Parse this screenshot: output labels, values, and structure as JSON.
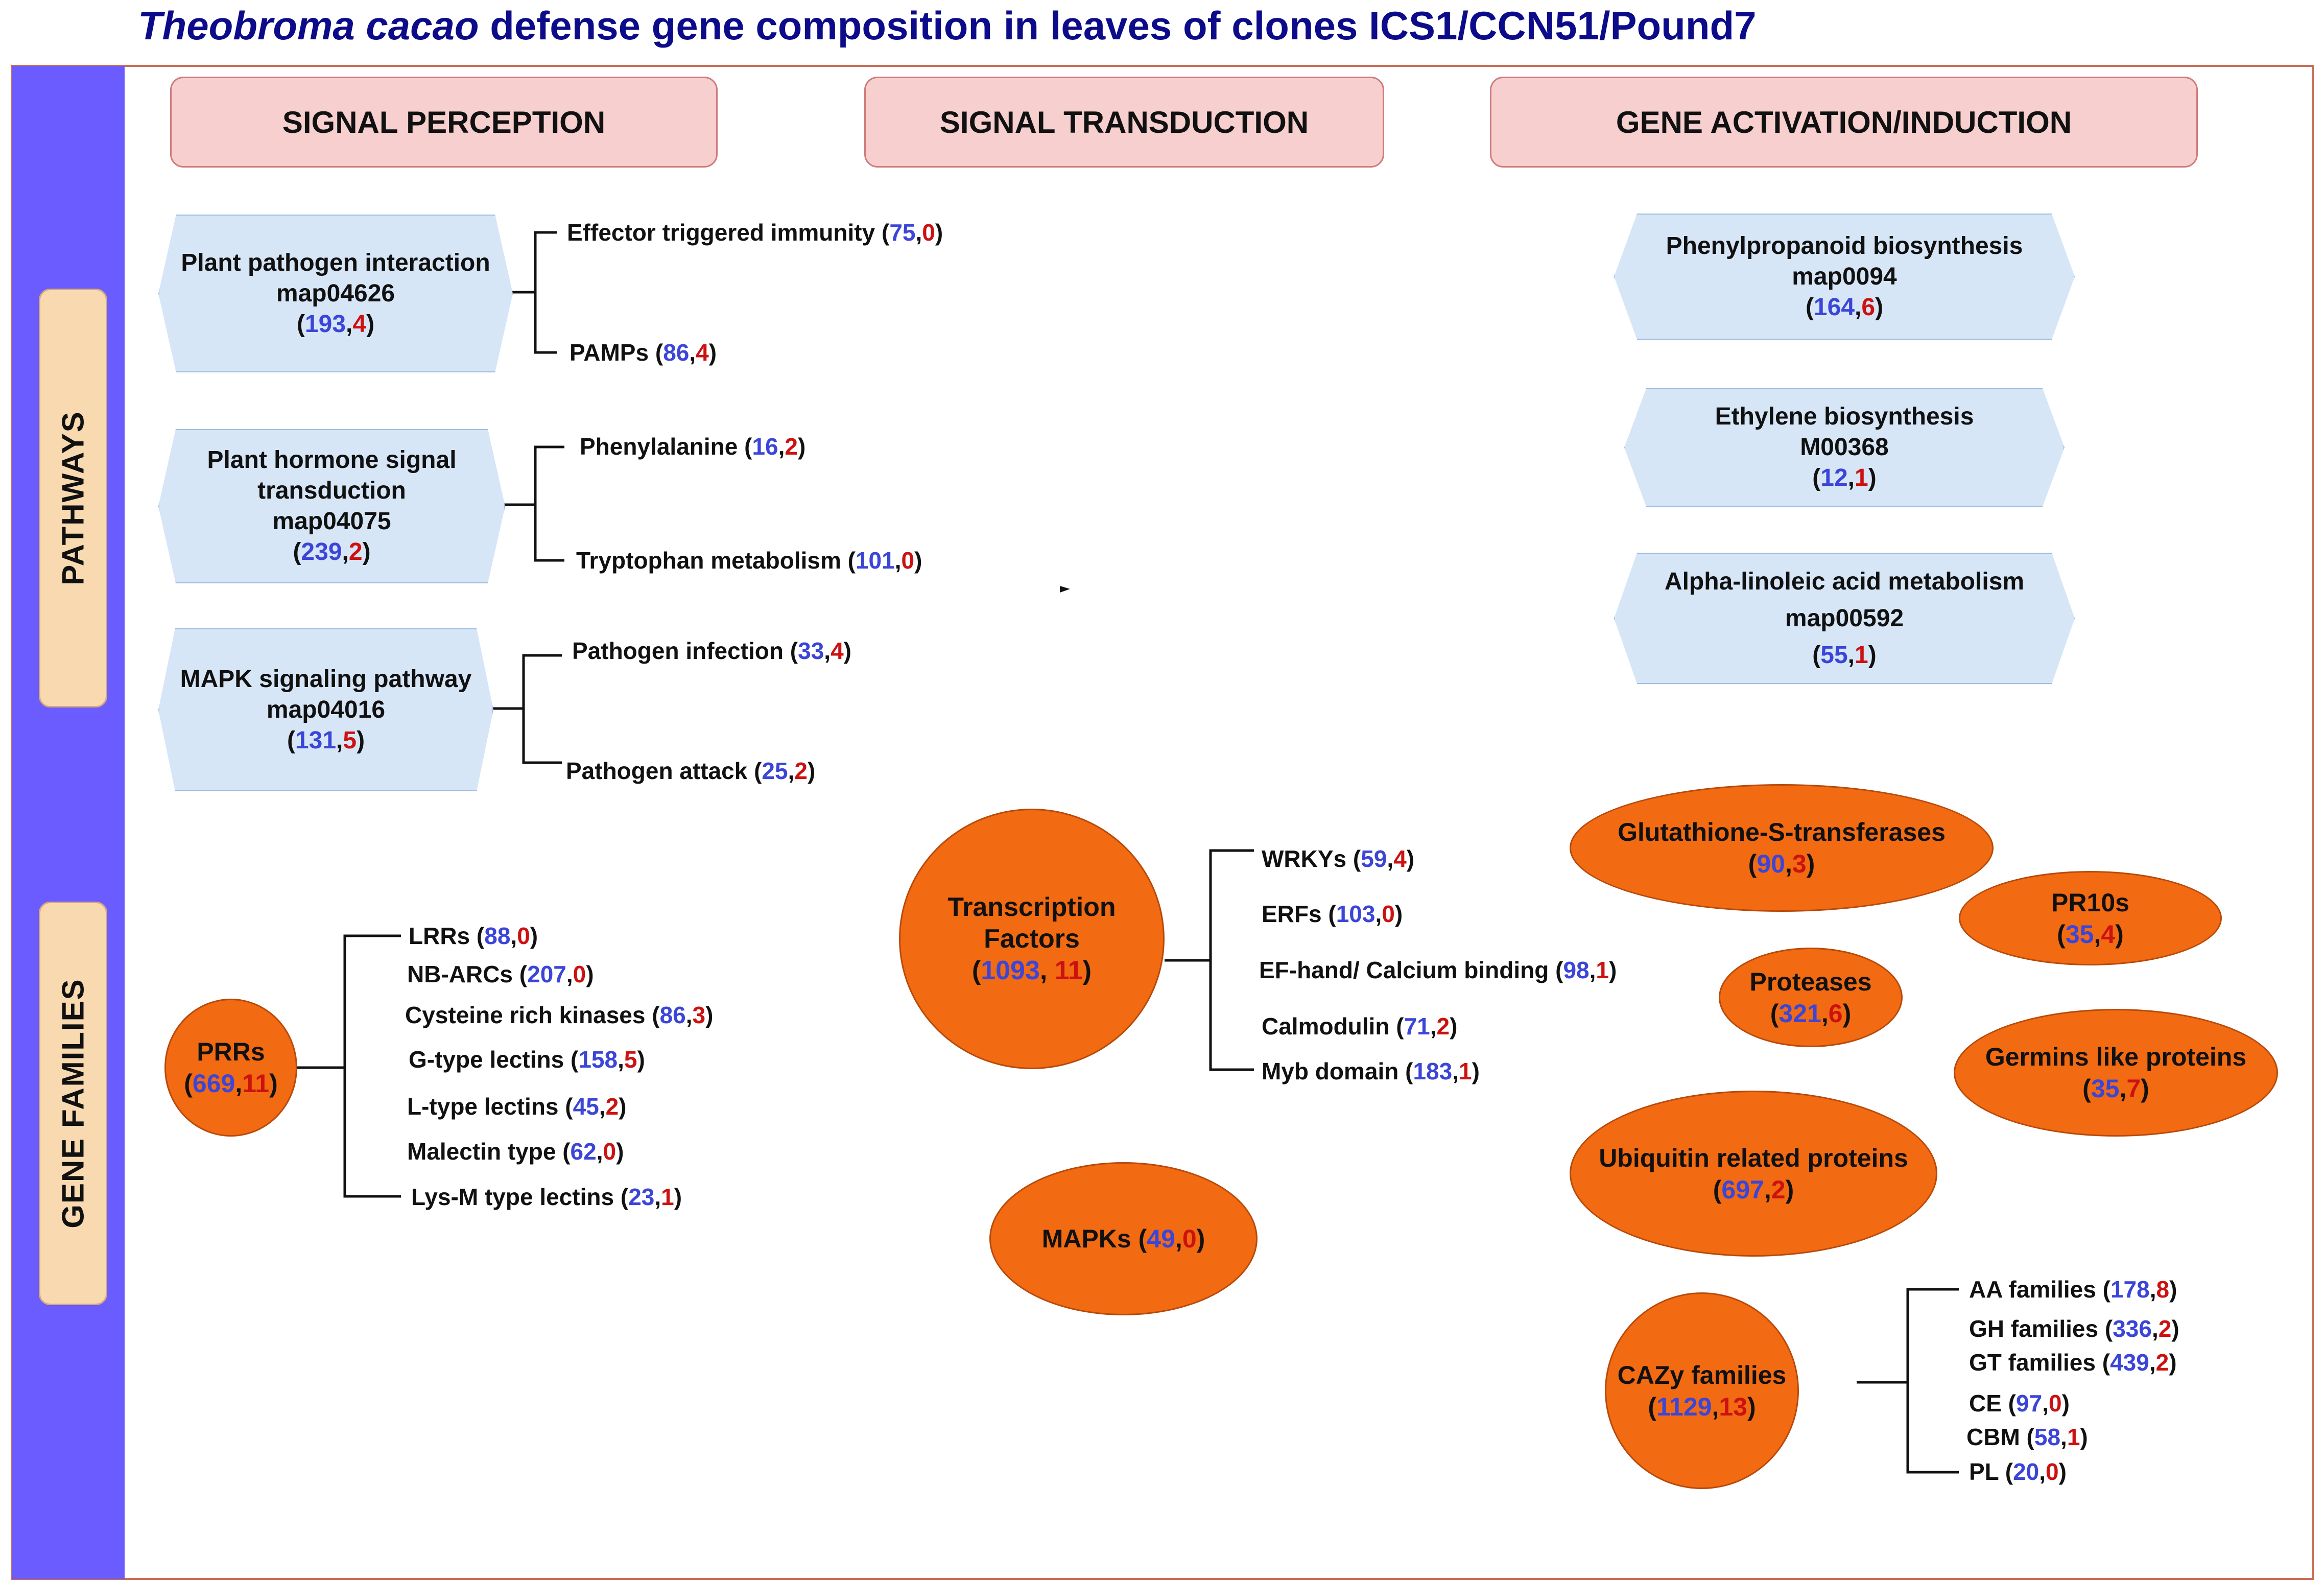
{
  "title": {
    "italic": "Theobroma cacao",
    "rest": " defense gene composition in leaves of clones ICS1/CCN51/Pound7"
  },
  "sidebar": {
    "pathways": "PATHWAYS",
    "gene_families": "GENE FAMILIES"
  },
  "headers": {
    "perception": "SIGNAL PERCEPTION",
    "transduction": "SIGNAL TRANSDUCTION",
    "activation": "GENE ACTIVATION/INDUCTION"
  },
  "colors": {
    "first_count": "#3b45d8",
    "second_count": "#cc1111",
    "pathway_box": "#d7e6f7",
    "gene_family_oval": "#f26a12",
    "sidebar": "#6a5cff"
  },
  "pathways": {
    "ppi": {
      "name1": "Plant pathogen interaction",
      "name2": "map04626",
      "n1": "193",
      "n2": "4",
      "subs": [
        {
          "name": "Effector triggered immunity",
          "n1": "75",
          "n2": "0"
        },
        {
          "name": "PAMPs",
          "n1": "86",
          "n2": "4"
        }
      ]
    },
    "phst": {
      "name1": "Plant hormone signal",
      "name2": "transduction",
      "name3": "map04075",
      "n1": "239",
      "n2": "2",
      "subs": [
        {
          "name": "Phenylalanine",
          "n1": "16",
          "n2": "2"
        },
        {
          "name": "Tryptophan metabolism",
          "n1": "101",
          "n2": "0"
        }
      ]
    },
    "mapk": {
      "name1": "MAPK signaling pathway",
      "name2": "map04016",
      "n1": "131",
      "n2": "5",
      "subs": [
        {
          "name": "Pathogen infection",
          "n1": "33",
          "n2": "4"
        },
        {
          "name": "Pathogen attack",
          "n1": "25",
          "n2": "2"
        }
      ]
    },
    "phenyl": {
      "name1": "Phenylpropanoid biosynthesis",
      "name2": "map0094",
      "n1": "164",
      "n2": "6"
    },
    "ethylene": {
      "name1": "Ethylene biosynthesis",
      "name2": "M00368",
      "n1": "12",
      "n2": "1"
    },
    "alpha": {
      "name1": "Alpha-linoleic acid metabolism",
      "name2": "map00592",
      "n1": "55",
      "n2": "1"
    }
  },
  "gene_families": {
    "prrs": {
      "name": "PRRs",
      "n1": "669",
      "n2": "11",
      "subs": [
        {
          "name": "LRRs",
          "n1": "88",
          "n2": "0"
        },
        {
          "name": "NB-ARCs",
          "n1": "207",
          "n2": "0"
        },
        {
          "name": "Cysteine rich kinases",
          "n1": "86",
          "n2": "3"
        },
        {
          "name": "G-type lectins",
          "n1": "158",
          "n2": "5"
        },
        {
          "name": "L-type lectins",
          "n1": "45",
          "n2": "2"
        },
        {
          "name": "Malectin type",
          "n1": "62",
          "n2": "0"
        },
        {
          "name": "Lys-M type lectins",
          "n1": "23",
          "n2": "1"
        }
      ]
    },
    "tf": {
      "name1": "Transcription",
      "name2": "Factors",
      "n1": "1093",
      "n2": "11",
      "subs": [
        {
          "name": "WRKYs",
          "n1": "59",
          "n2": "4"
        },
        {
          "name": "ERFs",
          "n1": "103",
          "n2": "0"
        },
        {
          "name": "EF-hand/ Calcium binding",
          "n1": "98",
          "n2": "1"
        },
        {
          "name": "Calmodulin",
          "n1": "71",
          "n2": "2"
        },
        {
          "name": "Myb domain",
          "n1": "183",
          "n2": "1"
        }
      ]
    },
    "mapks": {
      "name": "MAPKs",
      "n1": "49",
      "n2": "0"
    },
    "gst": {
      "name": "Glutathione-S-transferases",
      "n1": "90",
      "n2": "3"
    },
    "pr10": {
      "name": "PR10s",
      "n1": "35",
      "n2": "4"
    },
    "proteases": {
      "name": "Proteases",
      "n1": "321",
      "n2": "6"
    },
    "germins": {
      "name": "Germins like proteins",
      "n1": "35",
      "n2": "7"
    },
    "ubiquitin": {
      "name": "Ubiquitin related proteins",
      "n1": "697",
      "n2": "2"
    },
    "cazy": {
      "name": "CAZy families",
      "n1": "1129",
      "n2": "13",
      "subs": [
        {
          "name": "AA families",
          "n1": "178",
          "n2": "8"
        },
        {
          "name": "GH families",
          "n1": "336",
          "n2": "2"
        },
        {
          "name": "GT families",
          "n1": "439",
          "n2": "2"
        },
        {
          "name": "CE",
          "n1": "97",
          "n2": "0"
        },
        {
          "name": "CBM",
          "n1": "58",
          "n2": "1"
        },
        {
          "name": "PL",
          "n1": "20",
          "n2": "0"
        }
      ]
    }
  }
}
